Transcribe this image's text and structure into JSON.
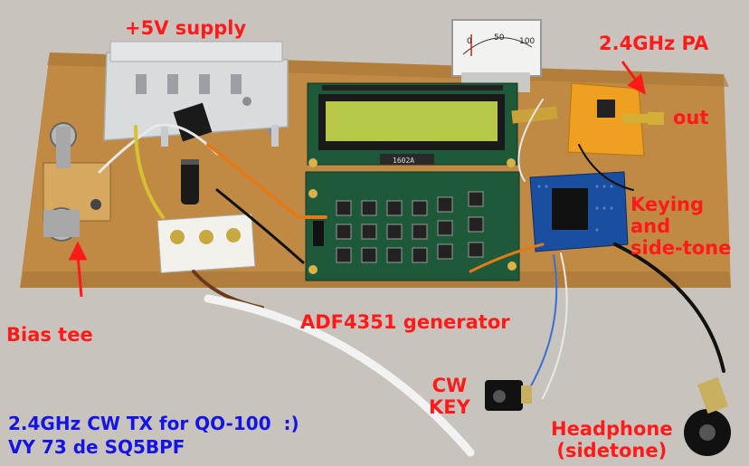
{
  "labels": {
    "supply": "+5V supply",
    "pa": "2.4GHz PA",
    "out": "out",
    "keying": "Keying\nand\nside-tone",
    "bias_tee": "Bias tee",
    "generator": "ADF4351 generator",
    "cw_key": "CW\nKEY",
    "headphone": "Headphone\n(sidetone)"
  },
  "caption": {
    "line1": "2.4GHz CW TX for QO-100  :)",
    "line2": "VY 73 de SQ5BPF"
  },
  "meter": {
    "ticks": [
      "0",
      "50",
      "100"
    ]
  },
  "board_marks": {
    "lcd_model": "1602A"
  },
  "colors": {
    "label_red": "#ff1a1a",
    "caption_blue": "#1414e6",
    "pcb_green": "#1e5a3a",
    "pa_orange": "#f0a020",
    "wood": "#c08a45",
    "background": "#cfcac4"
  }
}
